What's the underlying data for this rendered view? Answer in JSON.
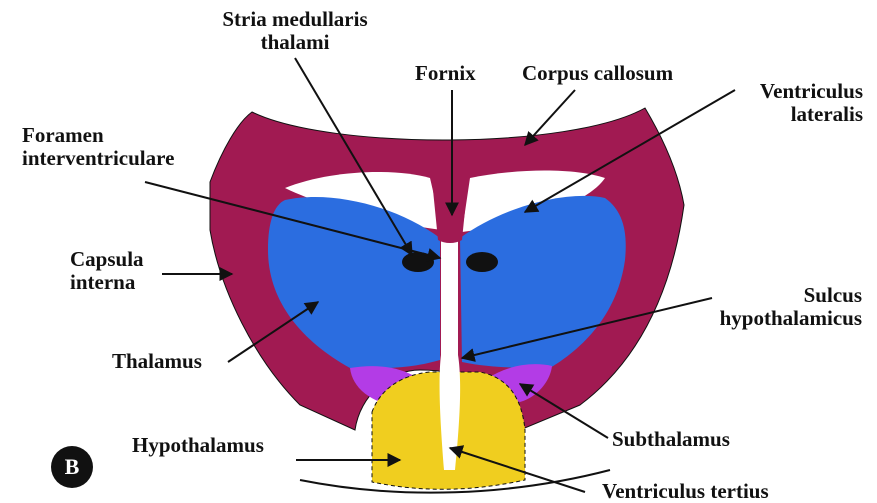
{
  "panel_letter": "B",
  "colors": {
    "cortex": "#A11A52",
    "thalamus": "#2B6DE0",
    "hypothalamus": "#F0CE1F",
    "subthalamus": "#B33CE6",
    "outline": "#111111"
  },
  "labels": {
    "stria_medullaris_line1": "Stria medullaris",
    "stria_medullaris_line2": "thalami",
    "fornix": "Fornix",
    "corpus_callosum": "Corpus callosum",
    "ventriculus_lateralis_line1": "Ventriculus",
    "ventriculus_lateralis_line2": "lateralis",
    "foramen_line1": "Foramen",
    "foramen_line2": "interventriculare",
    "capsula_line1": "Capsula",
    "capsula_line2": "interna",
    "sulcus_line1": "Sulcus",
    "sulcus_line2": "hypothalamicus",
    "thalamus": "Thalamus",
    "hypothalamus": "Hypothalamus",
    "subthalamus": "Subthalamus",
    "ventriculus_tertius": "Ventriculus tertius"
  }
}
